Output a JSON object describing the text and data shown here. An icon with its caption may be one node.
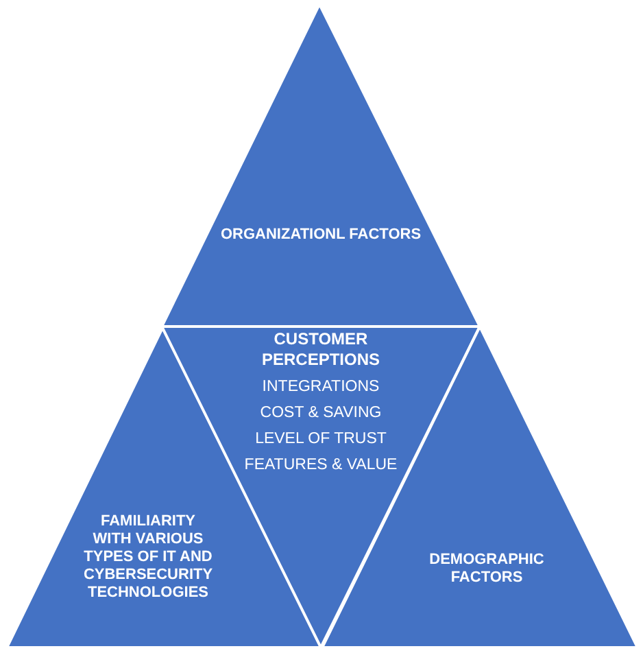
{
  "diagram": {
    "nodes": [
      {
        "text": [
          "ORGANIZATIONL FACTORS"
        ]
      },
      {
        "text": [
          "FAMILIARITY WITH VARIOUS TYPES OF IT AND CYBERSECURITY TECHNOLOGIES"
        ]
      },
      {
        "text": [
          "CUSTOMER PERCEPTIONS",
          "INTEGRATIONS",
          "COST & SAVING",
          "LEVEL OF TRUST",
          "FEATURES & VALUE"
        ]
      },
      {
        "text": [
          "DEMOGRAPHIC FACTORS"
        ]
      }
    ],
    "edges": []
  }
}
